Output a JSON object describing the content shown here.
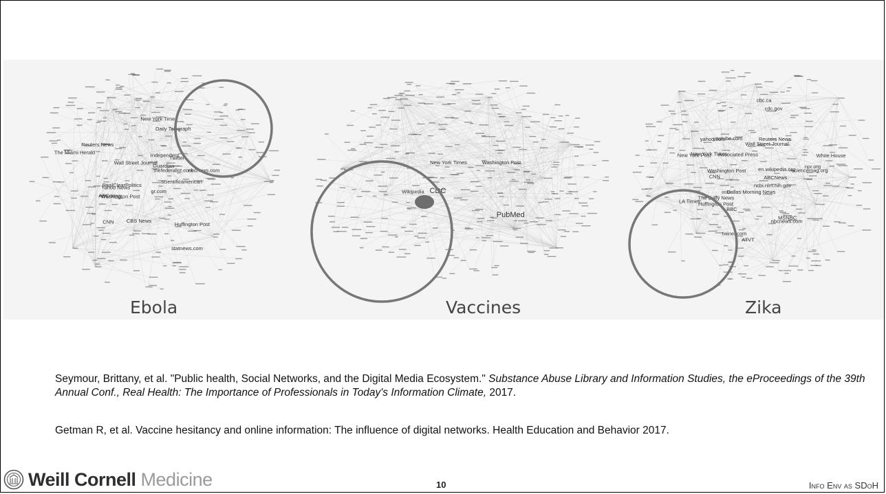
{
  "figure": {
    "networks": [
      {
        "label": "Ebola",
        "nodes": [
          "scientificamerican",
          "gr.com",
          "Huffington Post",
          "statnews.com",
          "CNN",
          "CBS News",
          "Washington Post",
          "ABCnews",
          "RealClearPolitics",
          "Yahoo News",
          "Reuters News",
          "The Miami Herald",
          "Wall Street Journal",
          "New York Times",
          "Daily Telegraph",
          "Guardian",
          "Independent",
          "Twitter",
          "thefederalist.com",
          "nbcnews.com"
        ]
      },
      {
        "label": "Vaccines",
        "nodes": [
          "PubMed",
          "CDC",
          "Wikipedia",
          "New York Times",
          "Washington Post"
        ]
      },
      {
        "label": "Zika",
        "nodes": [
          "ABCNews",
          "MSNBC",
          "nbcnews.com",
          "ATVT",
          "BBC",
          "twinel.com",
          "Dallas Morning News",
          "Huffington Post",
          "LA Times",
          "The Daily News",
          "CNN",
          "Washington Post",
          "New York Post",
          "Associated Press",
          "New York Times",
          "youtube.com",
          "yahoo.com",
          "Wall Street Journal",
          "cdc.gov",
          "cbc.ca",
          "Reuters News",
          "White House",
          "npr.org",
          "en.wikipedia.org",
          "sciencemag.org",
          "ncbi.nlm.nih.gov"
        ]
      }
    ]
  },
  "references": [
    {
      "authors": "Seymour, Brittany, et al. \"Public health, Social Networks, and the Digital Media Ecosystem.\" ",
      "source": "Substance Abuse Library and Information Studies, the eProceedings of the 39th Annual Conf., Real Health: The Importance of Professionals in Today's Information Climate,",
      "year": " 2017."
    },
    {
      "text": "Getman R, et al. Vaccine hesitancy and online information: The influence of digital networks. Health Education and Behavior 2017."
    }
  ],
  "footer": {
    "logo_primary": "Weill Cornell",
    "logo_secondary": "Medicine",
    "page_number": "10",
    "section_title": "Info Env as SDoH"
  },
  "colors": {
    "circle": "#777777",
    "edges": "#bdbdbd",
    "nodes": "#555555",
    "cdc_node": "#444444"
  }
}
